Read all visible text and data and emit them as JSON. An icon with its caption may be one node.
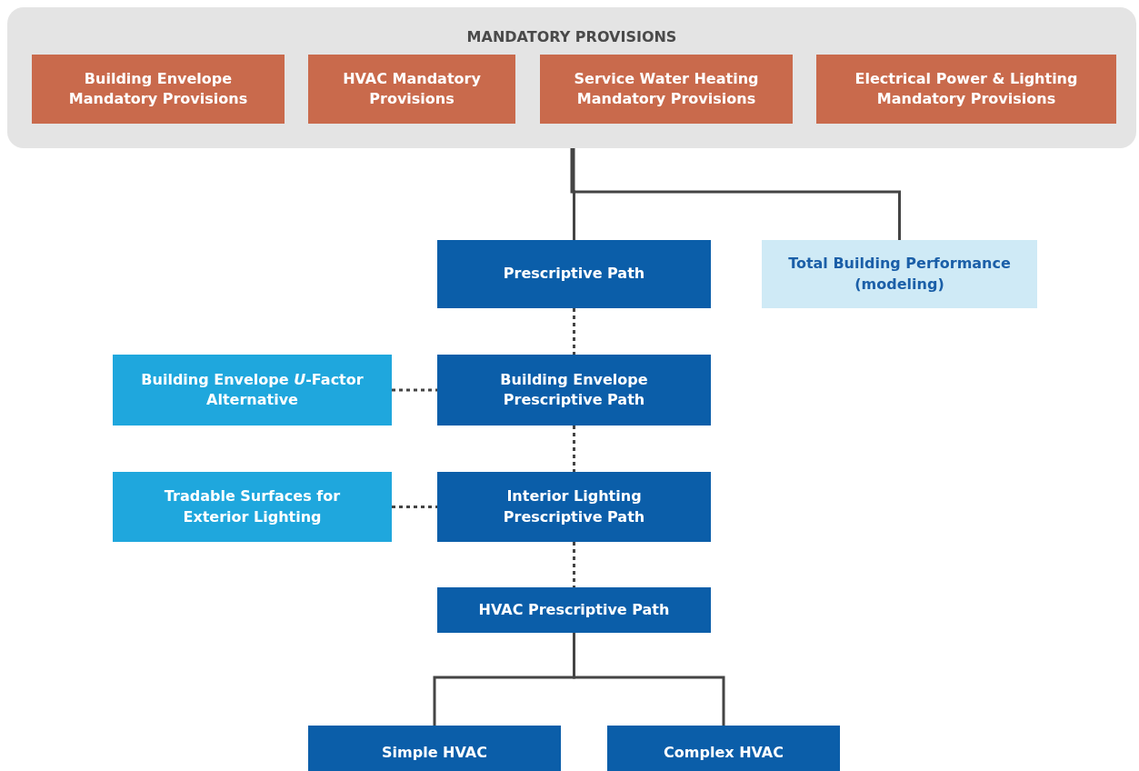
{
  "diagram": {
    "nodes": [
      {
        "text": [
          "MANDATORY PROVISIONS"
        ]
      },
      {
        "text": [
          "Building Envelope Mandatory Provisions"
        ],
        "in": 0
      },
      {
        "text": [
          "HVAC Mandatory Provisions"
        ],
        "in": 0
      },
      {
        "text": [
          "Service Water Heating Mandatory Provisions"
        ],
        "in": 0
      },
      {
        "text": [
          "Electrical Power & Lighting Mandatory Provisions"
        ],
        "in": 0
      },
      {
        "text": [
          "Prescriptive Path"
        ]
      },
      {
        "text": [
          "Total Building Performance (modeling)"
        ]
      },
      {
        "text": [
          "Building Envelope *U*-Factor Alternative"
        ]
      },
      {
        "text": [
          "Building Envelope Prescriptive Path"
        ]
      },
      {
        "text": [
          "Tradable Surfaces for Exterior Lighting"
        ]
      },
      {
        "text": [
          "Interior Lighting Prescriptive Path"
        ]
      },
      {
        "text": [
          "HVAC Prescriptive Path"
        ]
      },
      {
        "text": [
          "Simple HVAC"
        ]
      },
      {
        "text": [
          "Complex HVAC"
        ]
      }
    ],
    "edges": [
      {
        "from": 0,
        "to": 5,
        "arrow": "none"
      },
      {
        "from": 0,
        "to": 6,
        "arrow": "none"
      },
      {
        "from": 5,
        "to": 8,
        "arrow": "none",
        "style": "dashed"
      },
      {
        "from": 7,
        "to": 8,
        "arrow": "none",
        "style": "dashed"
      },
      {
        "from": 8,
        "to": 10,
        "arrow": "none",
        "style": "dashed"
      },
      {
        "from": 9,
        "to": 10,
        "arrow": "none",
        "style": "dashed"
      },
      {
        "from": 10,
        "to": 11,
        "arrow": "none",
        "style": "dashed"
      },
      {
        "from": 11,
        "to": 12,
        "arrow": "none"
      },
      {
        "from": 11,
        "to": 13,
        "arrow": "none"
      }
    ]
  }
}
